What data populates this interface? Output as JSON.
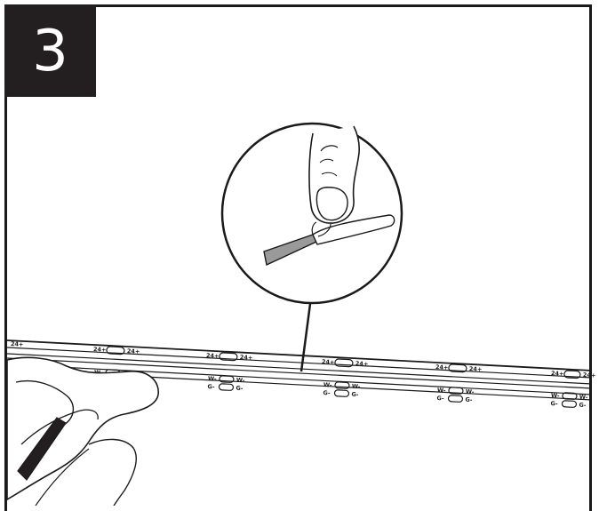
{
  "step": {
    "number": "3"
  },
  "strip": {
    "pad_labels_top": [
      "24+",
      "24+"
    ],
    "pad_labels_bottom_left": [
      "W-",
      "G-"
    ],
    "pad_labels_bottom_right": [
      "W-",
      "G-"
    ]
  },
  "colors": {
    "frame": "#1a1a1a",
    "badge_bg": "#231f20",
    "badge_text": "#ffffff",
    "adhesive_backing": "#9a9a9a"
  },
  "icons": {
    "magnifier": "zoom-detail-circle",
    "hand": "hand-holding-strip",
    "finger": "finger-peeling-backing"
  }
}
